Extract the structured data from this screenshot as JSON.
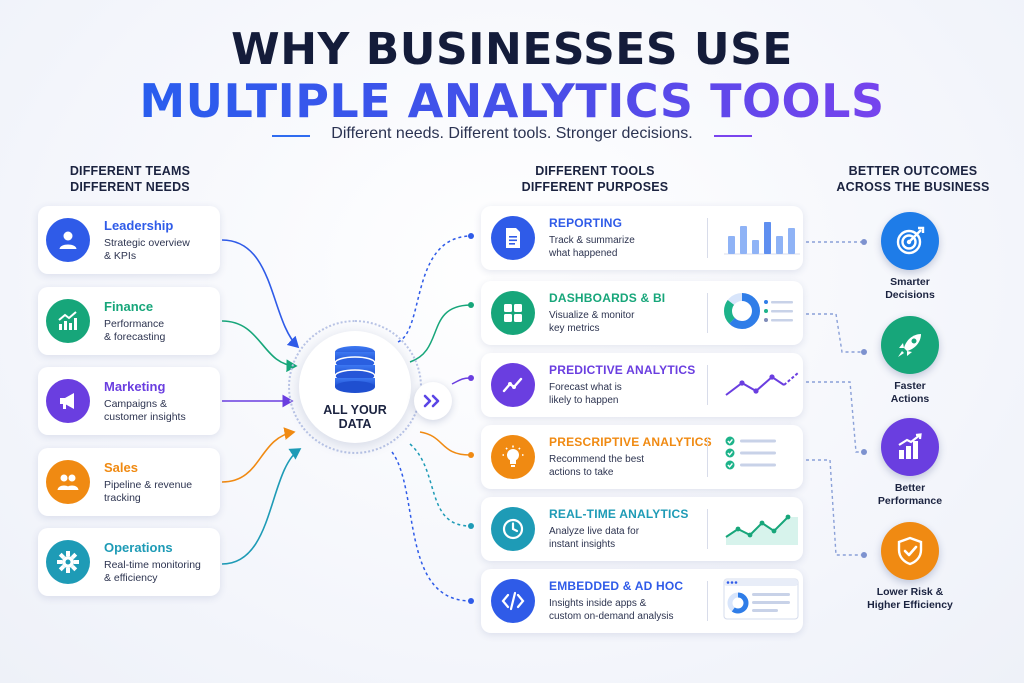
{
  "header": {
    "title_line1": "WHY BUSINESSES USE",
    "title_line2": "MULTIPLE ANALYTICS TOOLS",
    "subtitle": "Different needs. Different tools. Stronger decisions."
  },
  "columns": {
    "teams_head": [
      "DIFFERENT TEAMS",
      "DIFFERENT NEEDS"
    ],
    "tools_head": [
      "DIFFERENT TOOLS",
      "DIFFERENT PURPOSES"
    ],
    "outcomes_head": [
      "BETTER OUTCOMES",
      "ACROSS THE BUSINESS"
    ]
  },
  "teams": [
    {
      "name": "Leadership",
      "desc": [
        "Strategic overview",
        "& KPIs"
      ],
      "color": "#2f5be8",
      "icon": "user-icon"
    },
    {
      "name": "Finance",
      "desc": [
        "Performance",
        "& forecasting"
      ],
      "color": "#17a67a",
      "icon": "growth-chart-icon"
    },
    {
      "name": "Marketing",
      "desc": [
        "Campaigns &",
        "customer insights"
      ],
      "color": "#6a3ee0",
      "icon": "megaphone-icon"
    },
    {
      "name": "Sales",
      "desc": [
        "Pipeline & revenue",
        "tracking"
      ],
      "color": "#f08a12",
      "icon": "people-icon"
    },
    {
      "name": "Operations",
      "desc": [
        "Real-time monitoring",
        "& efficiency"
      ],
      "color": "#1e9bb6",
      "icon": "gear-icon"
    }
  ],
  "center": {
    "label_line1": "ALL YOUR",
    "label_line2": "DATA",
    "icon": "database-icon"
  },
  "tools": [
    {
      "name": "REPORTING",
      "desc": [
        "Track & summarize",
        "what happened"
      ],
      "color": "#2f5be8",
      "icon": "document-icon",
      "visual": "bar-chart"
    },
    {
      "name": "DASHBOARDS & BI",
      "desc": [
        "Visualize & monitor",
        "key metrics"
      ],
      "color": "#17a67a",
      "icon": "grid-icon",
      "visual": "donut-chart"
    },
    {
      "name": "PREDICTIVE ANALYTICS",
      "desc": [
        "Forecast what is",
        "likely to happen"
      ],
      "color": "#6a3ee0",
      "icon": "trend-icon",
      "visual": "line-chart"
    },
    {
      "name": "PRESCRIPTIVE ANALYTICS",
      "desc": [
        "Recommend the best",
        "actions to take"
      ],
      "color": "#f08a12",
      "icon": "lightbulb-icon",
      "visual": "checklist"
    },
    {
      "name": "REAL-TIME ANALYTICS",
      "desc": [
        "Analyze live data for",
        "instant insights"
      ],
      "color": "#1e9bb6",
      "icon": "clock-icon",
      "visual": "area-chart"
    },
    {
      "name": "EMBEDDED & AD HOC",
      "desc": [
        "Insights inside apps &",
        "custom on-demand analysis"
      ],
      "color": "#2f5be8",
      "icon": "code-icon",
      "visual": "app-window"
    }
  ],
  "outcomes": [
    {
      "label": [
        "Smarter",
        "Decisions"
      ],
      "color": "#1e7ce8",
      "icon": "target-icon"
    },
    {
      "label": [
        "Faster",
        "Actions"
      ],
      "color": "#17a67a",
      "icon": "rocket-icon"
    },
    {
      "label": [
        "Better",
        "Performance"
      ],
      "color": "#6a3ee0",
      "icon": "bar-growth-icon"
    },
    {
      "label": [
        "Lower Risk &",
        "Higher Efficiency"
      ],
      "color": "#f08a12",
      "icon": "shield-check-icon"
    }
  ],
  "accent_colors": {
    "blue": "#2f5be8",
    "green": "#17a67a",
    "purple": "#6a3ee0",
    "orange": "#f08a12",
    "teal": "#1e9bb6"
  }
}
